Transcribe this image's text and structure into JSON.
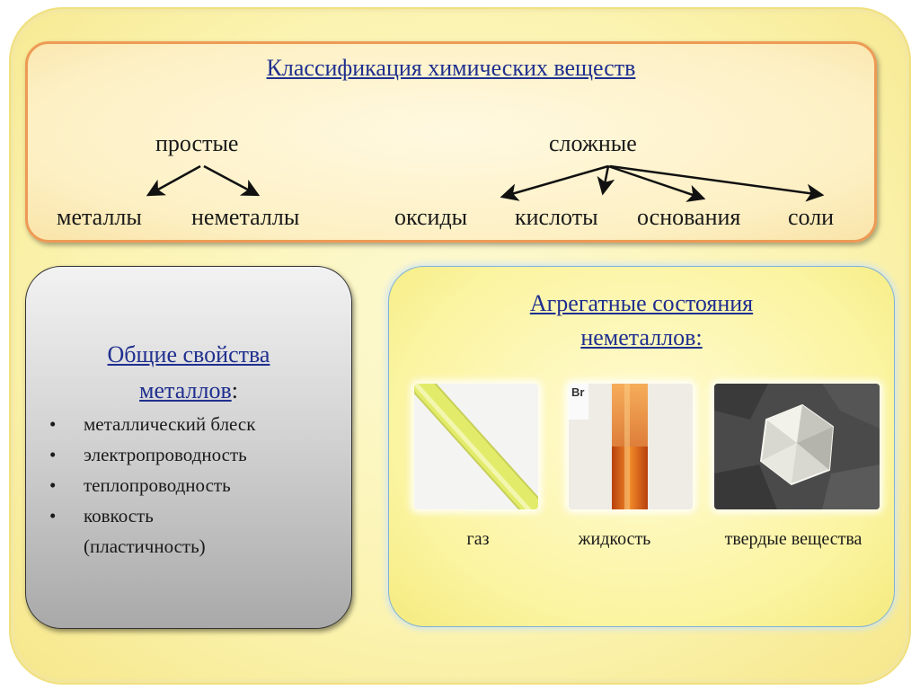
{
  "classification": {
    "title": "Классификация химических веществ",
    "simple": {
      "label": "простые",
      "children": [
        "металлы",
        "неметаллы"
      ]
    },
    "complex": {
      "label": "сложные",
      "children": [
        "оксиды",
        "кислоты",
        "основания",
        "соли"
      ]
    }
  },
  "metals": {
    "title_line1": "Общие свойства",
    "title_line2": "металлов",
    "colon": ":",
    "bullet_symbol": "•",
    "properties": [
      "металлический блеск",
      "электропроводность",
      "теплопроводность",
      "ковкость",
      "(пластичность)"
    ]
  },
  "states": {
    "title_line1": "Агрегатные состояния",
    "title_line2": "неметаллов:",
    "photos": [
      {
        "caption": "газ",
        "icon": "gas-tube-photo"
      },
      {
        "caption": "жидкость",
        "icon": "bromine-tube-photo",
        "label": "Br"
      },
      {
        "caption": "твердые вещества",
        "icon": "diamond-crystal-photo"
      }
    ]
  },
  "colors": {
    "link_blue": "#1f2f8f",
    "orange_border": "#ee9a55",
    "frame_yellow": "#fbf3b0",
    "gas_green": "#e3ec6a",
    "bromine_orange": "#e0651a"
  }
}
